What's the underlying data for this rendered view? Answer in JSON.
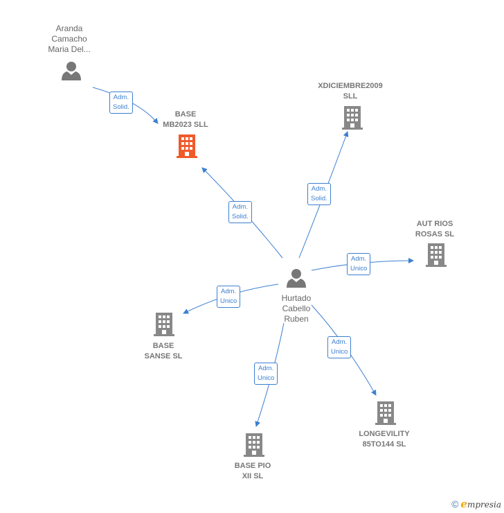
{
  "colors": {
    "edge": "#3b7fd0",
    "person_icon": "#777777",
    "building_icon": "#888888",
    "focus_building_icon": "#f05a2a"
  },
  "nodes": {
    "aranda": {
      "label": "Aranda\nCamacho\nMaria Del...",
      "icon": "person-icon"
    },
    "base_mb2023": {
      "label": "BASE\nMB2023  SLL",
      "icon": "building-icon"
    },
    "xdiciembre": {
      "label": "XDICIEMBRE2009\nSLL",
      "icon": "building-icon"
    },
    "aut_rios": {
      "label": "AUT RIOS\nROSAS  SL",
      "icon": "building-icon"
    },
    "hurtado": {
      "label": "Hurtado\nCabello\nRuben",
      "icon": "person-icon"
    },
    "base_sanse": {
      "label": "BASE\nSANSE  SL",
      "icon": "building-icon"
    },
    "longevility": {
      "label": "LONGEVILITY\n85TO144  SL",
      "icon": "building-icon"
    },
    "base_pio": {
      "label": "BASE PIO\nXII  SL",
      "icon": "building-icon"
    }
  },
  "edges": {
    "aranda_base_mb2023": {
      "label": "Adm.\nSolid."
    },
    "hurtado_base_mb2023": {
      "label": "Adm.\nSolid."
    },
    "hurtado_xdiciembre": {
      "label": "Adm.\nSolid."
    },
    "hurtado_aut_rios": {
      "label": "Adm.\nUnico"
    },
    "hurtado_base_sanse": {
      "label": "Adm.\nUnico"
    },
    "hurtado_longevility": {
      "label": "Adm.\nUnico"
    },
    "hurtado_base_pio": {
      "label": "Adm.\nUnico"
    }
  },
  "footer": {
    "copyright_symbol": "©",
    "brand_initial": "e",
    "brand_rest": "mpresia"
  }
}
